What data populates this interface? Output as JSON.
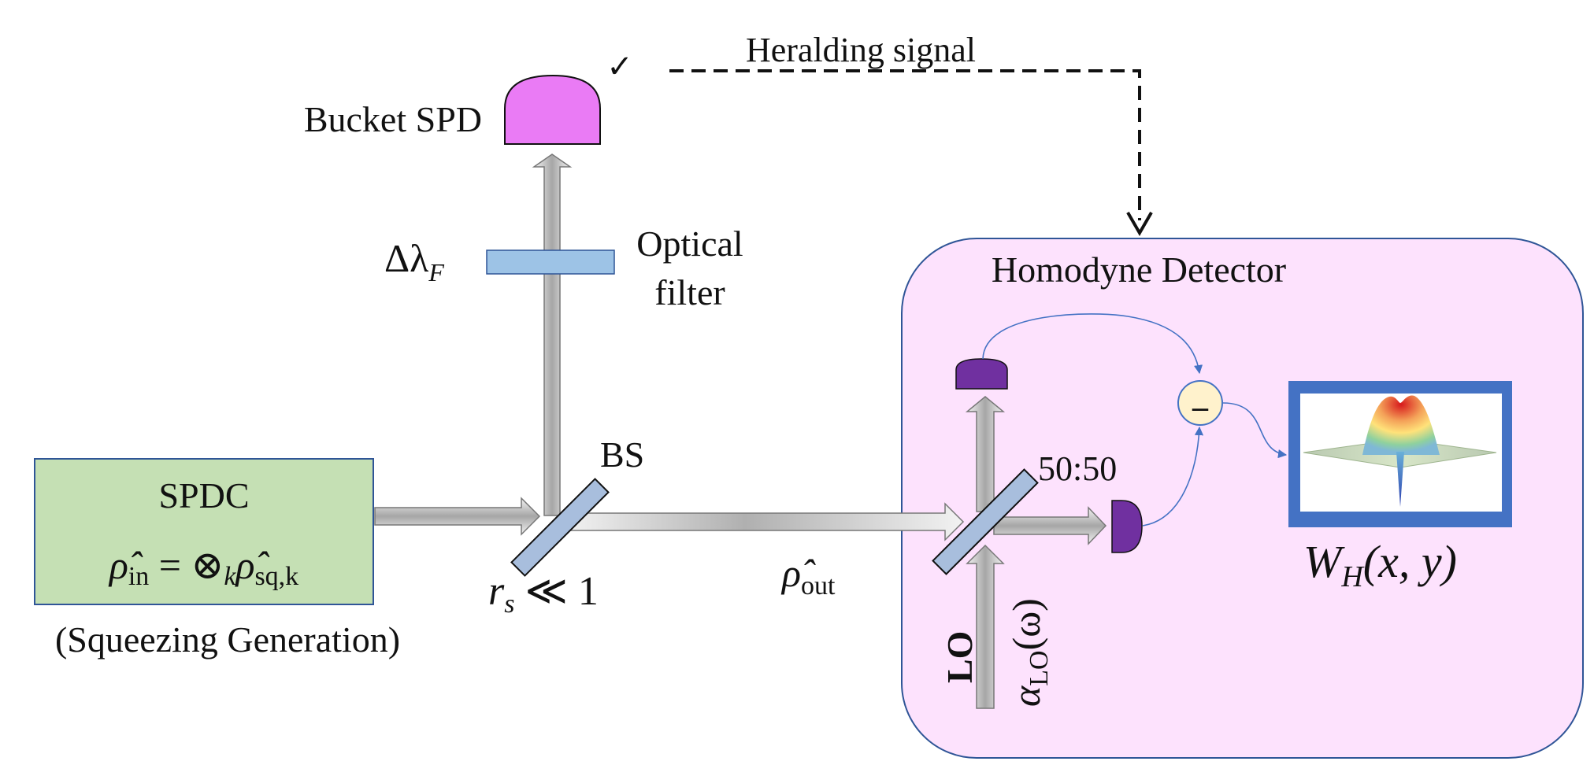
{
  "labels": {
    "heralding_signal": "Heralding signal",
    "check_mark": "✓",
    "bucket_spd": "Bucket SPD",
    "delta_lambda_sym": "Δλ",
    "delta_lambda_sub": "F",
    "optical_filter_line1": "Optical",
    "optical_filter_line2": "filter",
    "homodyne_detector": "Homodyne Detector",
    "spdc_title": "SPDC",
    "rho_in_sym": "ρ̂",
    "rho_in_sub": "in",
    "rho_in_eq": " = ⊗",
    "rho_in_k": "k",
    "rho_sq_sym": "ρ̂",
    "rho_sq_sub": "sq,k",
    "squeezing_generation": "(Squeezing Generation)",
    "bs": "BS",
    "rs_sym": "r",
    "rs_sub": "s",
    "rs_rel": " ≪ 1",
    "rho_out_sym": "ρ̂",
    "rho_out_sub": "out",
    "ratio_5050": "50:50",
    "lo": "LO",
    "alpha_sym": "α",
    "alpha_sub": "LO",
    "alpha_arg": "(ω)",
    "minus": "–",
    "wigner_sym": "W",
    "wigner_sub": "H",
    "wigner_args": "(x, y)"
  },
  "colors": {
    "spdc_fill": "#c5e0b4",
    "spdc_stroke": "#2f5597",
    "bucket_spd_fill": "#ea7bf5",
    "filter_fill": "#9dc3e6",
    "beamsplitter_fill": "#a8bedd",
    "homodyne_bg": "#fde2fd",
    "homodyne_stroke": "#2f5597",
    "photodiode_fill": "#7030a0",
    "subtractor_fill": "#fff2cc",
    "wigner_frame": "#4472c4",
    "signal_line": "#4472c4"
  }
}
